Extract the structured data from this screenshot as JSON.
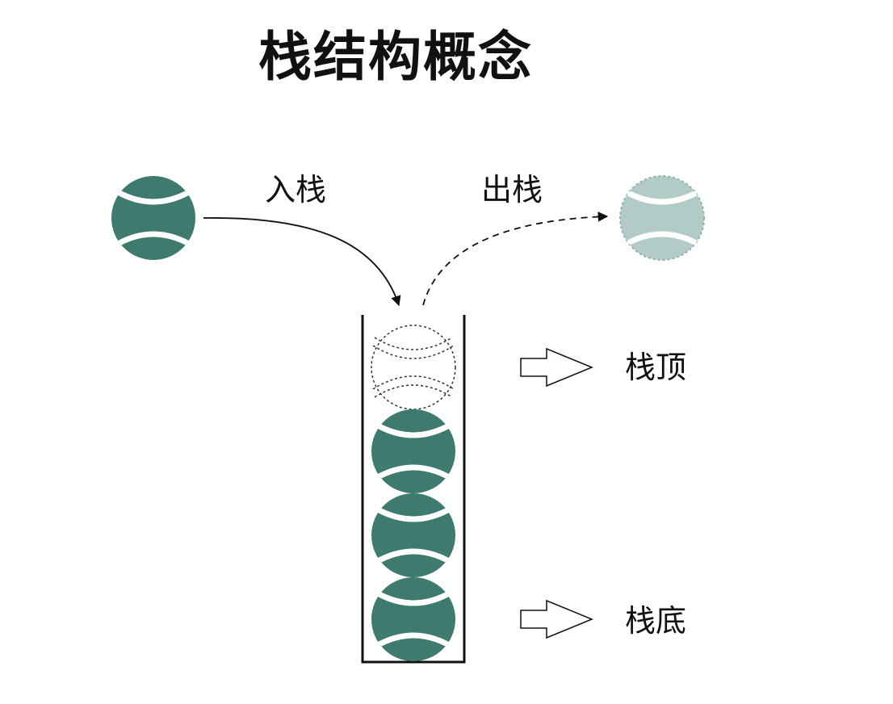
{
  "title": "栈结构概念",
  "labels": {
    "push": "入栈",
    "pop": "出栈",
    "top": "栈顶",
    "bottom": "栈底"
  },
  "colors": {
    "ball": "#3e7a6e",
    "ball_faded": "#b2cbc6",
    "stroke": "#111111"
  },
  "stack": {
    "ball_count": 3,
    "popped_ball_count": 1
  },
  "icons": [
    "ball-icon",
    "hollow-arrow-icon"
  ]
}
